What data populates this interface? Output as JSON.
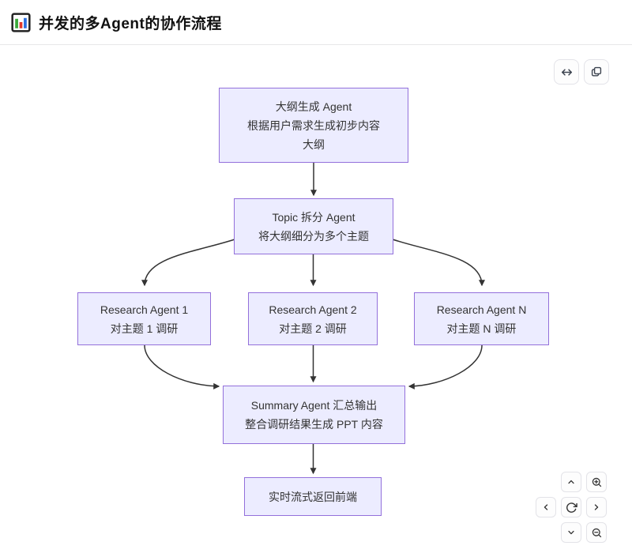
{
  "header": {
    "title": "并发的多Agent的协作流程",
    "icon": "bar-chart-icon"
  },
  "toolbar": {
    "expand_button": {
      "icon": "horizontal-arrows-icon",
      "action": "expand"
    },
    "copy_button": {
      "icon": "copy-icon",
      "action": "copy"
    }
  },
  "diagram": {
    "type": "flowchart-top-down",
    "colors": {
      "node_fill": "#ECECFF",
      "node_border": "#9370DB",
      "edge": "#333333",
      "background": "#ffffff"
    },
    "nodes": [
      {
        "id": "outline-agent",
        "lines": [
          "大纲生成 Agent",
          "根据用户需求生成初步内容",
          "大纲"
        ]
      },
      {
        "id": "topic-split-agent",
        "lines": [
          "Topic 拆分 Agent",
          "将大纲细分为多个主题"
        ]
      },
      {
        "id": "research-agent-1",
        "lines": [
          "Research Agent 1",
          "对主题 1 调研"
        ]
      },
      {
        "id": "research-agent-2",
        "lines": [
          "Research Agent 2",
          "对主题 2 调研"
        ]
      },
      {
        "id": "research-agent-n",
        "lines": [
          "Research Agent N",
          "对主题 N 调研"
        ]
      },
      {
        "id": "summary-agent",
        "lines": [
          "Summary Agent 汇总输出",
          "整合调研结果生成 PPT 内容"
        ]
      },
      {
        "id": "frontend-output",
        "lines": [
          "实时流式返回前端"
        ]
      }
    ],
    "edges": [
      {
        "from": "outline-agent",
        "to": "topic-split-agent"
      },
      {
        "from": "topic-split-agent",
        "to": "research-agent-1"
      },
      {
        "from": "topic-split-agent",
        "to": "research-agent-2"
      },
      {
        "from": "topic-split-agent",
        "to": "research-agent-n"
      },
      {
        "from": "research-agent-1",
        "to": "summary-agent"
      },
      {
        "from": "research-agent-2",
        "to": "summary-agent"
      },
      {
        "from": "research-agent-n",
        "to": "summary-agent"
      },
      {
        "from": "summary-agent",
        "to": "frontend-output"
      }
    ]
  },
  "pan_controls": {
    "buttons": [
      {
        "name": "pan-up",
        "icon": "chevron-up-icon"
      },
      {
        "name": "zoom-in",
        "icon": "zoom-in-icon"
      },
      {
        "name": "pan-left",
        "icon": "chevron-left-icon"
      },
      {
        "name": "reset-view",
        "icon": "reset-icon"
      },
      {
        "name": "pan-right",
        "icon": "chevron-right-icon"
      },
      {
        "name": "pan-down",
        "icon": "chevron-down-icon"
      },
      {
        "name": "zoom-out",
        "icon": "zoom-out-icon"
      }
    ]
  }
}
